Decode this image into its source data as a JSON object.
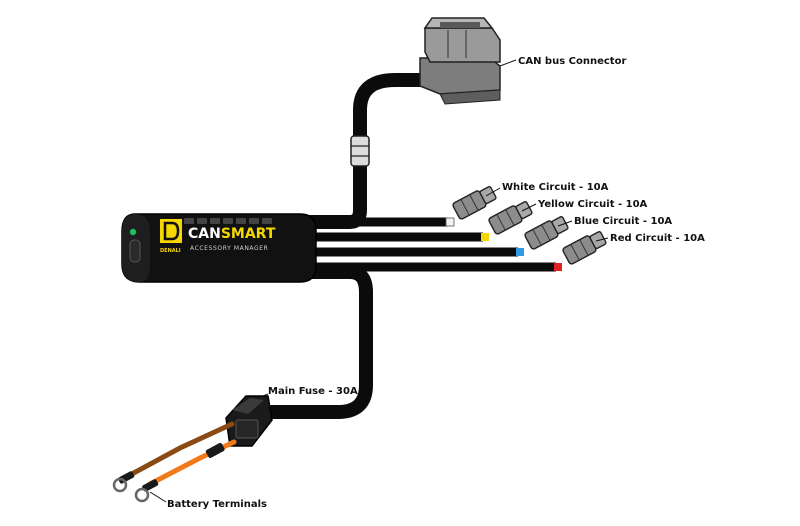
{
  "labels": {
    "can_bus": "CAN bus Connector",
    "white": "White Circuit - 10A",
    "yellow": "Yellow Circuit - 10A",
    "blue": "Blue Circuit - 10A",
    "red": "Red Circuit - 10A",
    "main_fuse": "Main Fuse - 30A",
    "battery": "Battery Terminals"
  },
  "module": {
    "brand_prefix": "CAN",
    "brand_suffix": "SMART",
    "subtitle": "ACCESSORY MANAGER",
    "logo_text": "DENALI"
  },
  "colors": {
    "cable": "#0b0b0b",
    "accent_yellow": "#f5d800",
    "white_circuit": "#f2f2f2",
    "yellow_circuit": "#f5d800",
    "blue_circuit": "#2e9be6",
    "red_circuit": "#e02020",
    "orange_wire": "#f07a1a",
    "brown_wire": "#8a4a14",
    "connector_gray": "#8c8c8c",
    "status_led": "#18c060"
  }
}
